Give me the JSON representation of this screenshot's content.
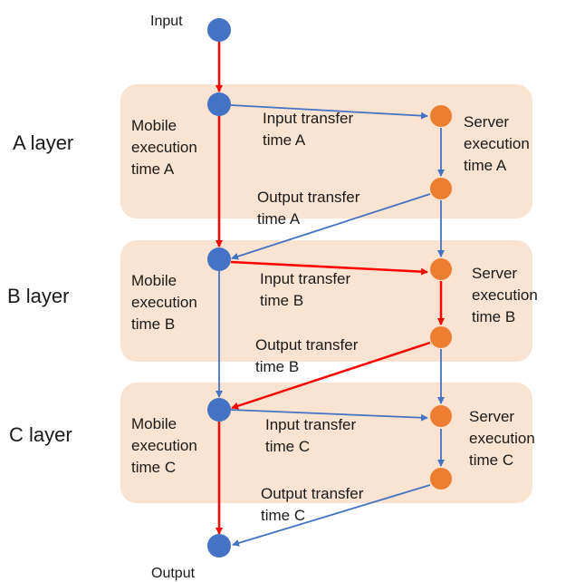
{
  "input_label": "Input",
  "output_label": "Output",
  "colors": {
    "panel": "#fbe3d2",
    "mobile_node": "#4472c4",
    "server_node": "#ed7d31",
    "critical_path": "#ff0000",
    "normal_path": "#4472c4"
  },
  "layers": [
    {
      "name": "A layer",
      "mobile": [
        "Mobile",
        "execution",
        "time A"
      ],
      "input_transfer": [
        "Input transfer",
        "time A"
      ],
      "server": [
        "Server",
        "execution",
        "time A"
      ],
      "output_transfer": [
        "Output transfer",
        "time A"
      ]
    },
    {
      "name": "B layer",
      "mobile": [
        "Mobile",
        "execution",
        "time B"
      ],
      "input_transfer": [
        "Input transfer",
        "time B"
      ],
      "server": [
        "Server",
        "execution",
        "time B"
      ],
      "output_transfer": [
        "Output transfer",
        "time B"
      ]
    },
    {
      "name": "C layer",
      "mobile": [
        "Mobile",
        "execution",
        "time C"
      ],
      "input_transfer": [
        "Input transfer",
        "time C"
      ],
      "server": [
        "Server",
        "execution",
        "time C"
      ],
      "output_transfer": [
        "Output transfer",
        "time C"
      ]
    }
  ]
}
